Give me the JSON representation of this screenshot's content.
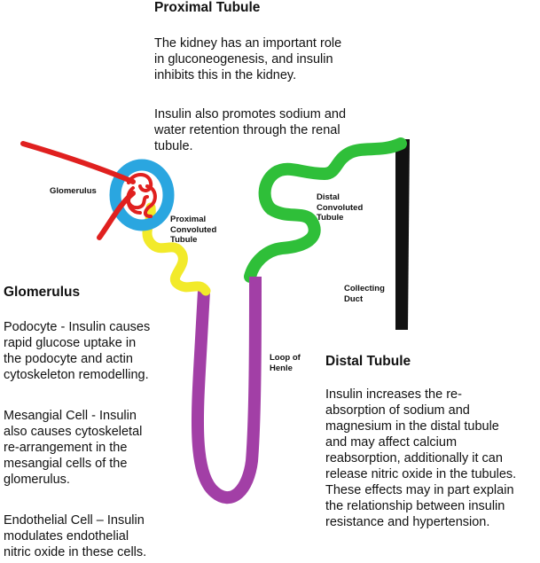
{
  "proximal_tubule": {
    "heading": "Proximal Tubule",
    "paragraphs": [
      [
        "The kidney has an important role",
        "in gluconeogenesis, and insulin",
        "inhibits this in the kidney."
      ],
      [
        "Insulin also promotes sodium and",
        "water retention through the renal",
        "tubule."
      ]
    ]
  },
  "glomerulus": {
    "heading": "Glomerulus",
    "paragraphs": [
      [
        "Podocyte - Insulin causes",
        "rapid glucose uptake in",
        "the podocyte and actin",
        "cytoskeleton remodelling."
      ],
      [
        "Mesangial Cell - Insulin",
        "also causes cytoskeletal",
        "re-arrangement in the",
        "mesangial cells of the",
        "glomerulus."
      ],
      [
        "Endothelial Cell – Insulin",
        "modulates endothelial",
        "nitric oxide in these cells."
      ]
    ]
  },
  "distal_tubule": {
    "heading": "Distal Tubule",
    "paragraphs": [
      [
        "Insulin increases the re-",
        "absorption of sodium and",
        "magnesium in the distal tubule",
        "and may affect calcium",
        "reabsorption, additionally it can",
        "release nitric oxide in the tubules.",
        "These effects may in part explain",
        "the relationship between insulin",
        "resistance and hypertension."
      ]
    ]
  },
  "diagram_labels": {
    "glomerulus": "Glomerulus",
    "proximal_convoluted_tubule": [
      "Proximal",
      "Convoluted",
      "Tubule"
    ],
    "distal_convoluted_tubule": [
      "Distal",
      "Convoluted",
      "Tubule"
    ],
    "collecting_duct": [
      "Collecting",
      "Duct"
    ],
    "loop_of_henle": [
      "Loop of",
      "Henle"
    ]
  },
  "colors": {
    "vessel": "#e0201f",
    "bowman_capsule": "#2aa6e0",
    "proximal_tubule": "#f2ea2a",
    "loop_of_henle": "#a23fa6",
    "distal_tubule": "#2fbf39",
    "collecting_duct": "#111111"
  }
}
